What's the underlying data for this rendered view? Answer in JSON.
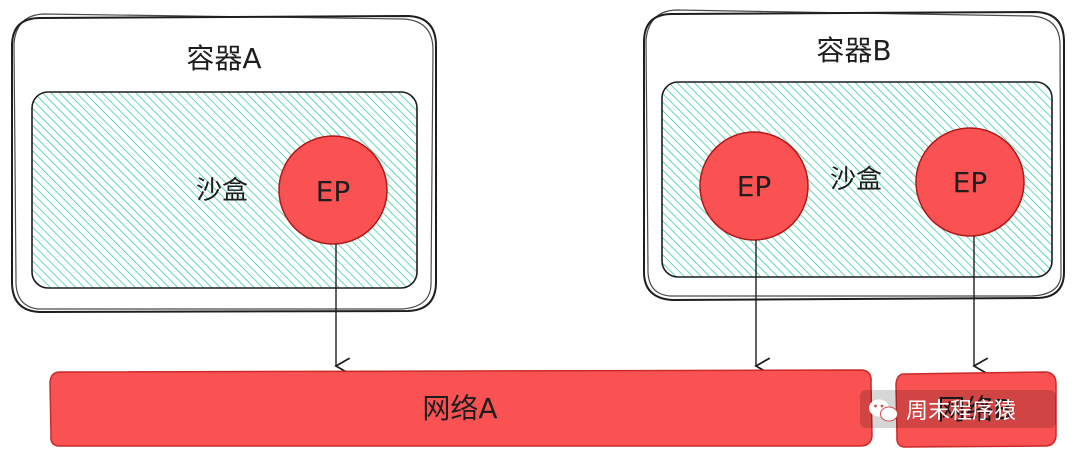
{
  "containers": [
    {
      "title": "容器A",
      "sandbox_label": "沙盒",
      "endpoints": [
        "EP"
      ]
    },
    {
      "title": "容器B",
      "sandbox_label": "沙盒",
      "endpoints": [
        "EP",
        "EP"
      ]
    }
  ],
  "networks": [
    {
      "label": "网络A"
    },
    {
      "label": "网络B"
    }
  ],
  "watermark": {
    "text": "周末程序猿",
    "icon": "wechat-icon"
  },
  "colors": {
    "endpoint": "#fa5252",
    "network": "#fa5252",
    "sandbox_hatch": "#20c997",
    "stroke": "#1e1e1e"
  }
}
